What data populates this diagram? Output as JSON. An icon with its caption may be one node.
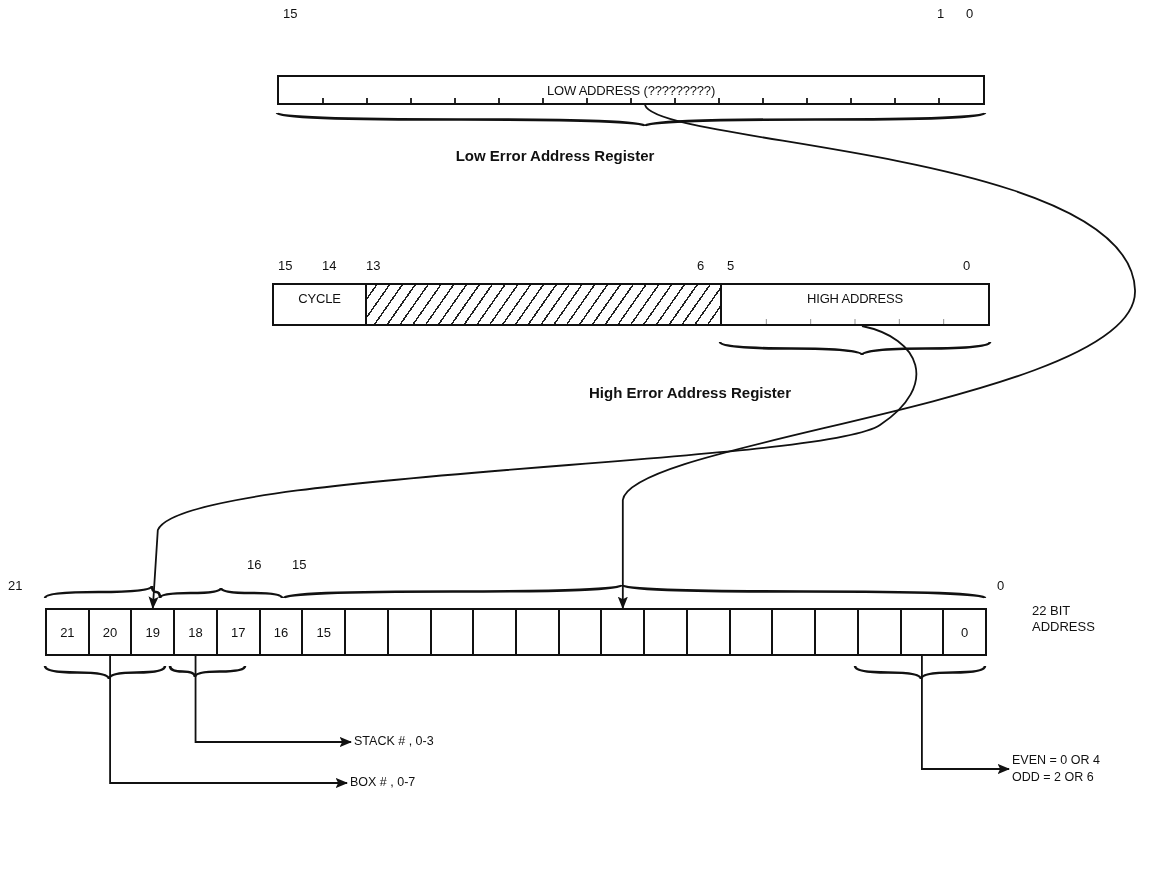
{
  "diagram": {
    "nodes": [
      {
        "text": [
          "LOW ADDRESS (?????????)"
        ]
      },
      {
        "text": [
          "CYCLE"
        ]
      },
      {
        "text": [],
        "shape": "box"
      },
      {
        "text": [
          "HIGH ADDRESS"
        ]
      },
      {
        "text": [
          "21"
        ]
      },
      {
        "text": [
          "20"
        ]
      },
      {
        "text": [
          "19"
        ]
      },
      {
        "text": [
          "18"
        ]
      },
      {
        "text": [
          "17"
        ]
      },
      {
        "text": [
          "16"
        ]
      },
      {
        "text": [
          "15"
        ]
      },
      {
        "text": [],
        "shape": "box"
      },
      {
        "text": [],
        "shape": "box"
      },
      {
        "text": [],
        "shape": "box"
      },
      {
        "text": [],
        "shape": "box"
      },
      {
        "text": [],
        "shape": "box"
      },
      {
        "text": [],
        "shape": "box"
      },
      {
        "text": [],
        "shape": "box"
      },
      {
        "text": [],
        "shape": "box"
      },
      {
        "text": [],
        "shape": "box"
      },
      {
        "text": [],
        "shape": "box"
      },
      {
        "text": [],
        "shape": "box"
      },
      {
        "text": [],
        "shape": "box"
      },
      {
        "text": [],
        "shape": "box"
      },
      {
        "text": [],
        "shape": "box"
      },
      {
        "text": [
          "0"
        ]
      },
      {
        "text": [
          "STACK # , 0-3"
        ]
      },
      {
        "text": [
          "EVEN = 0 OR 4",
          "ODD = 2 OR 6"
        ]
      },
      {
        "text": [
          "BOX # , 0-7"
        ]
      }
    ],
    "edges": [
      {
        "from": 0,
        "to": 17,
        "arrow": "to"
      },
      {
        "from": 3,
        "to": 6,
        "arrow": "to"
      },
      {
        "from": 5,
        "to": 28,
        "arrow": "to"
      },
      {
        "from": 7,
        "to": 26,
        "arrow": "to"
      },
      {
        "from": 24,
        "to": 27,
        "arrow": "to"
      }
    ],
    "labels": [
      "15",
      "1",
      "0",
      "Low Error Address Register",
      "15",
      "14",
      "13",
      "6",
      "5",
      "0",
      "High Error Address Register",
      "16",
      "15",
      "21",
      "0",
      "22 BIT ADDRESS"
    ]
  }
}
